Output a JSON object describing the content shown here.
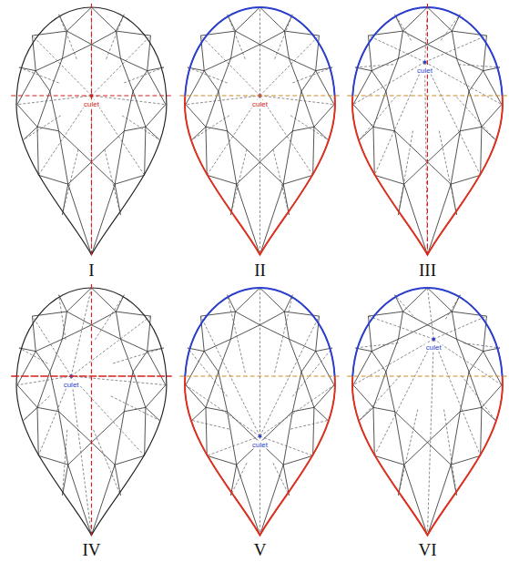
{
  "diagram": {
    "labels": [
      "culet",
      "culet",
      "culet",
      "I",
      "II",
      "III",
      "culet",
      "culet",
      "culet",
      "IV",
      "V",
      "VI"
    ]
  }
}
